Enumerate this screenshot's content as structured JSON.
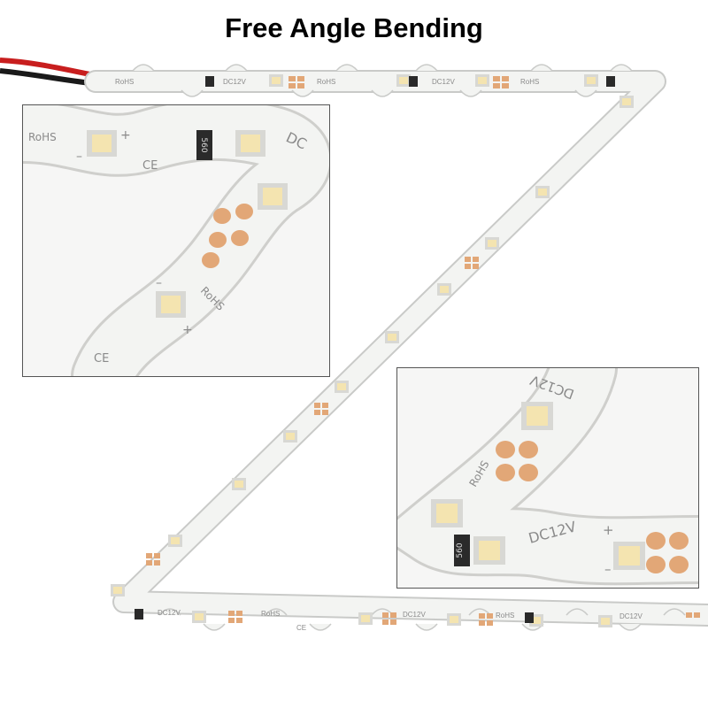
{
  "title": "Free Angle Bending",
  "strip_markings": {
    "voltage": "DC12V",
    "compliance": "RoHS",
    "ce": "CE",
    "resistor": "560",
    "plus": "+",
    "minus": "–"
  },
  "colors": {
    "pcb": "#f3f4f2",
    "pcb_edge": "#c9cac8",
    "led": "#f4e4b0",
    "led_frame": "#d8d8d4",
    "pad": "#e2a777",
    "resistor": "#2a2a2a",
    "wire_red": "#c81e1e",
    "wire_black": "#1a1a1a",
    "text": "#8a8a8a"
  }
}
